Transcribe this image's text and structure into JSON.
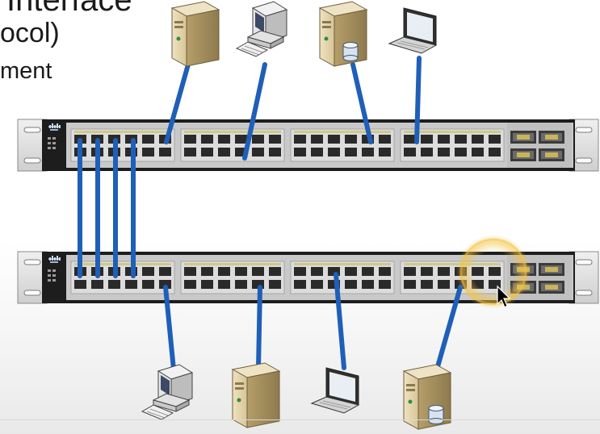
{
  "slide": {
    "lines": [
      "Interface",
      "ocol)",
      "ment"
    ]
  },
  "diagram": {
    "switch_brand": "cisco",
    "link_color": "#1f5fb8",
    "cursor_highlight_color": "#f5c342",
    "top_devices": [
      "server",
      "desktop-computer",
      "database-server",
      "laptop"
    ],
    "bottom_devices": [
      "desktop-computer",
      "server",
      "laptop",
      "database-server"
    ],
    "inter_switch_links": 4
  }
}
